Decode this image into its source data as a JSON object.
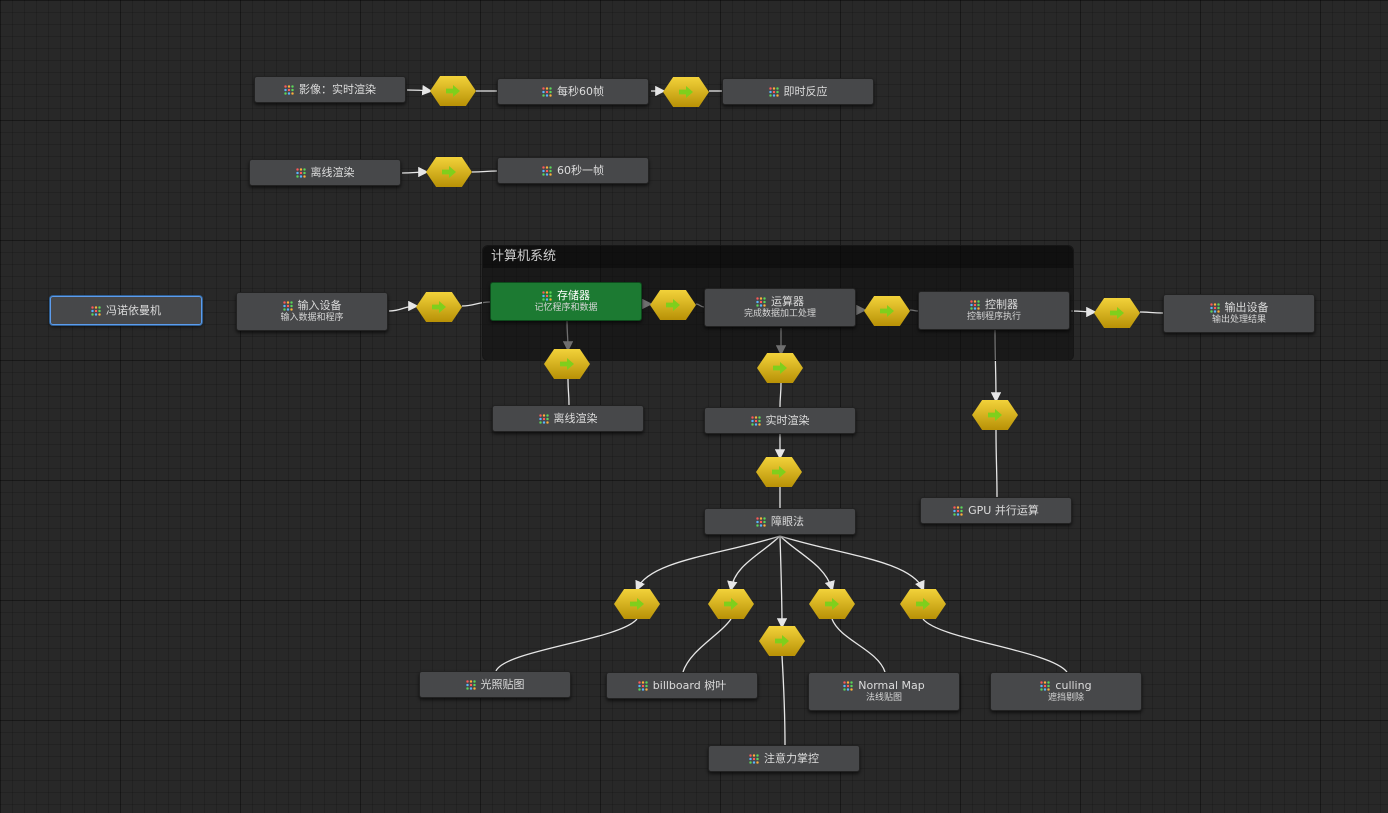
{
  "group": {
    "title": "计算机系统"
  },
  "nodes": {
    "video_realtime": {
      "title": "影像：实时渲染"
    },
    "fps60": {
      "title": "每秒60帧"
    },
    "instant": {
      "title": "即时反应"
    },
    "offline_top": {
      "title": "离线渲染"
    },
    "sec60": {
      "title": "60秒一帧"
    },
    "vonneumann": {
      "title": "冯诺依曼机"
    },
    "input": {
      "title": "输入设备",
      "subtitle": "输入数据和程序"
    },
    "memory": {
      "title": "存储器",
      "subtitle": "记忆程序和数据"
    },
    "alu": {
      "title": "运算器",
      "subtitle": "完成数据加工处理"
    },
    "controller": {
      "title": "控制器",
      "subtitle": "控制程序执行"
    },
    "output": {
      "title": "输出设备",
      "subtitle": "输出处理结果"
    },
    "offline_mid": {
      "title": "离线渲染"
    },
    "realtime_mid": {
      "title": "实时渲染"
    },
    "gpu": {
      "title": "GPU 并行运算"
    },
    "trick": {
      "title": "障眼法"
    },
    "lightmap": {
      "title": "光照贴图"
    },
    "billboard": {
      "title": "billboard 树叶"
    },
    "normalmap": {
      "title": "Normal Map",
      "subtitle": "法线贴图"
    },
    "culling": {
      "title": "culling",
      "subtitle": "遮挡剔除"
    },
    "attention": {
      "title": "注意力掌控"
    }
  },
  "icons": {
    "node": "graph-node-icon",
    "gate": "arrow-right-icon"
  },
  "colors": {
    "canvas": "#282828",
    "node": "#47484a",
    "selected_node": "#1c7a32",
    "gate": "#e0b81a",
    "edge": "#e6e6e6"
  }
}
